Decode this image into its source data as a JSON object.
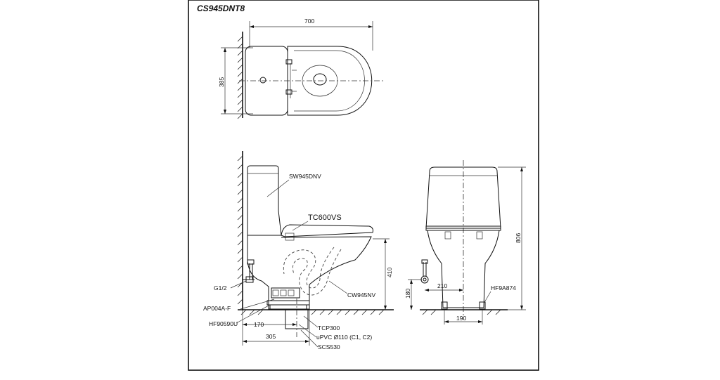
{
  "drawing": {
    "model": "CS945DNT8",
    "top_view": {
      "width_dim": "700",
      "depth_dim": "385"
    },
    "side_view": {
      "tank": "SW945DNV",
      "seat": "TC600VS",
      "bowl": "CW945NV",
      "inlet": "G1/2",
      "valve": "AP004A-F",
      "flange": "HF90590U",
      "dim_outlet_from_wall": "170",
      "dim_floor_from_wall": "305",
      "dim_seat_height": "410",
      "adapter": "TCP300",
      "pipe": "uPVC Ø110 (C1, C2)",
      "ring": "SCS530"
    },
    "front_view": {
      "dim_height": "806",
      "dim_inlet_height": "180",
      "dim_inlet_offset": "210",
      "dim_bolt_spacing": "190",
      "fixing": "HF9A874"
    }
  }
}
